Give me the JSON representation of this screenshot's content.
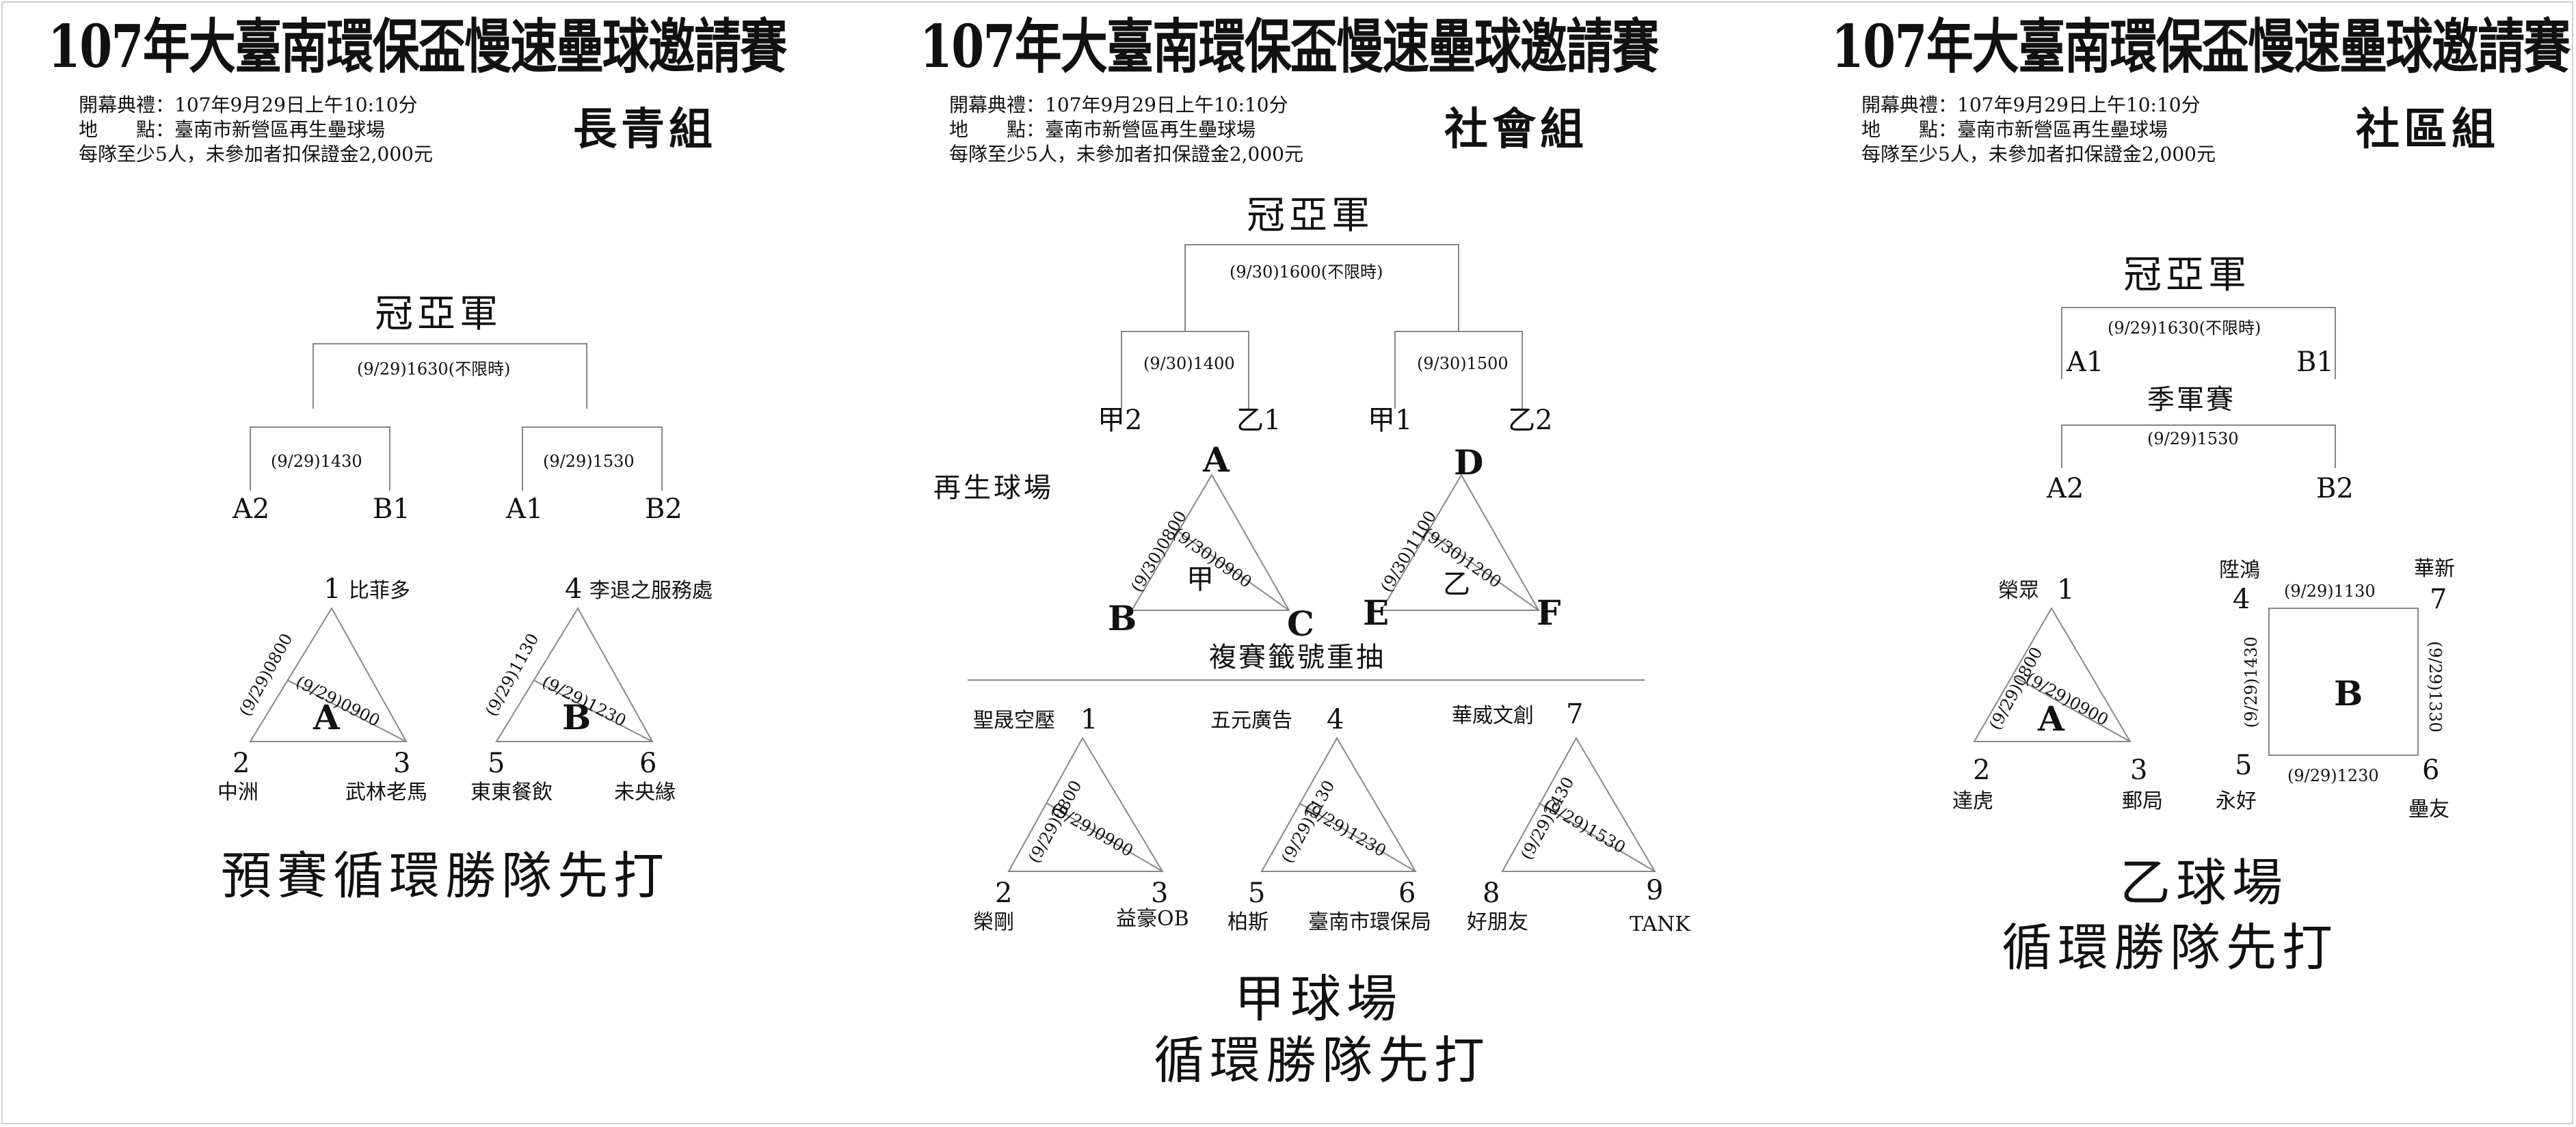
{
  "title": "107年大臺南環保盃慢速壘球邀請賽",
  "info": {
    "ceremony": "開幕典禮：107年9月29日上午10:10分",
    "venue": "地　　點：臺南市新營區再生壘球場",
    "rule": "每隊至少5人，未參加者扣保證金2,000元"
  },
  "p1": {
    "group": "長青組",
    "final_label": "冠亞軍",
    "final_time": "(9/29)1630(不限時)",
    "semi1_time": "(9/29)1430",
    "semi2_time": "(9/29)1530",
    "seeds": [
      "A2",
      "B1",
      "A1",
      "B2"
    ],
    "pool_a": {
      "letter": "A",
      "t12": "(9/29)0800",
      "t23": "(9/29)0900",
      "n1": "1",
      "n2": "2",
      "n3": "3",
      "team1": "比菲多",
      "team2": "中洲",
      "team3": "武林老馬"
    },
    "pool_b": {
      "letter": "B",
      "t12": "(9/29)1130",
      "t23": "(9/29)1230",
      "n1": "4",
      "n2": "5",
      "n3": "6",
      "team1": "李退之服務處",
      "team2": "東東餐飲",
      "team3": "未央緣"
    },
    "rule": "預賽循環勝隊先打"
  },
  "p2": {
    "group": "社會組",
    "final_label": "冠亞軍",
    "final_time": "(9/30)1600(不限時)",
    "semi1_time": "(9/30)1400",
    "semi2_time": "(9/30)1500",
    "seeds": [
      "甲2",
      "乙1",
      "甲1",
      "乙2"
    ],
    "field_label": "再生球場",
    "tri_jia": {
      "center": "甲",
      "A": "A",
      "B": "B",
      "C": "C",
      "t_ab": "(9/30)0800",
      "t_ac": "(9/30)0900"
    },
    "tri_yi": {
      "center": "乙",
      "D": "D",
      "E": "E",
      "F": "F",
      "t_de": "(9/30)1100",
      "t_df": "(9/30)1200"
    },
    "redraw": "複賽籤號重抽",
    "pools": [
      {
        "n1": "1",
        "n2": "2",
        "n3": "3",
        "team1": "聖晟空壓",
        "team2": "榮剛",
        "team3": "益豪OB",
        "t12": "(9/29)0800",
        "t23": "(9/29)0900"
      },
      {
        "n1": "4",
        "n2": "5",
        "n3": "6",
        "team1": "五元廣告",
        "team2": "柏斯",
        "team3": "臺南市環保局",
        "t12": "(9/29)1130",
        "t23": "(9/29)1230"
      },
      {
        "n1": "7",
        "n2": "8",
        "n3": "9",
        "team1": "華威文創",
        "team2": "好朋友",
        "team3": "TANK",
        "t12": "(9/29)1430",
        "t23": "(9/29)1530"
      }
    ],
    "field": "甲球場",
    "rule": "循環勝隊先打"
  },
  "p3": {
    "group": "社區組",
    "final_label": "冠亞軍",
    "final_time": "(9/29)1630(不限時)",
    "a1": "A1",
    "b1": "B1",
    "third_label": "季軍賽",
    "third_time": "(9/29)1530",
    "a2": "A2",
    "b2": "B2",
    "pool_a": {
      "letter": "A",
      "n1": "1",
      "n2": "2",
      "n3": "3",
      "team1": "榮眾",
      "team2": "達虎",
      "team3": "郵局",
      "t12": "(9/29)0800",
      "t23": "(9/29)0900"
    },
    "pool_b": {
      "letter": "B",
      "n4": "4",
      "n5": "5",
      "n6": "6",
      "n7": "7",
      "team4": "陞鴻",
      "team7": "華新",
      "team5": "永好",
      "team6": "壘友",
      "t_top": "(9/29)1130",
      "t_left": "(9/29)1430",
      "t_right": "(9/29)1330",
      "t_bottom": "(9/29)1230"
    },
    "field": "乙球場",
    "rule": "循環勝隊先打"
  }
}
